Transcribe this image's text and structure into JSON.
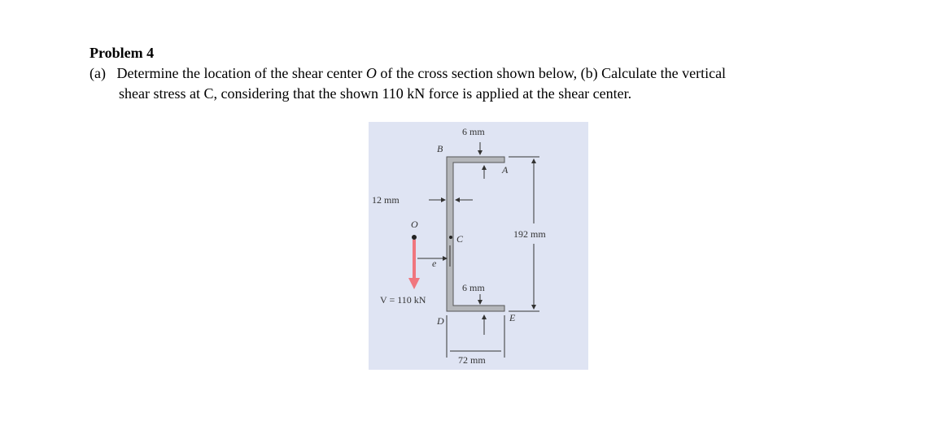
{
  "problem": {
    "title": "Problem 4",
    "part_a_label": "(a)",
    "part_a_pre": "Determine the location of the shear center ",
    "part_a_o": "O",
    "part_a_post": " of the cross section shown below, (b) Calculate the vertical",
    "line2": "shear stress at C, considering that the shown 110 kN force is applied at the shear center."
  },
  "figure": {
    "flange_thickness_top": "6 mm",
    "flange_thickness_bottom": "6 mm",
    "web_thickness": "12 mm",
    "height": "192 mm",
    "flange_width": "72 mm",
    "force": "V = 110 kN",
    "points": {
      "A": "A",
      "B": "B",
      "C": "C",
      "D": "D",
      "E": "E",
      "O": "O",
      "e": "e"
    },
    "colors": {
      "background": "#dfe4f3",
      "section": "#b4b6ba",
      "force_arrow": "#f0767e"
    }
  }
}
